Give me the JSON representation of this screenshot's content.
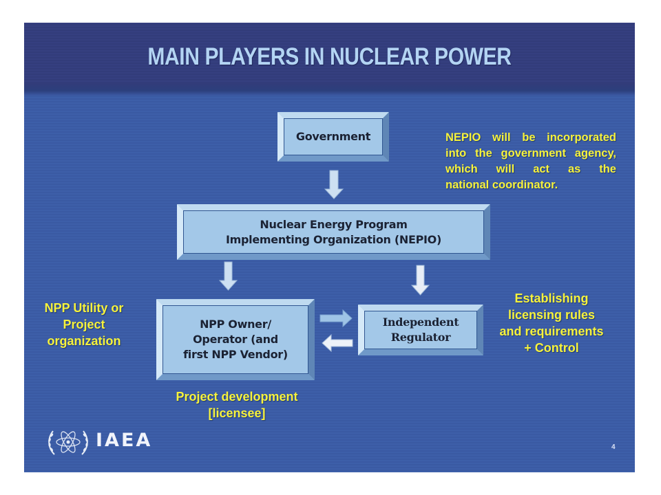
{
  "slide": {
    "title": "MAIN PLAYERS IN NUCLEAR POWER",
    "page_number": "4",
    "logo_text": "IAEA",
    "logo_icon": "iaea-emblem-icon",
    "colors": {
      "header_bg": "#353f80",
      "body_bg": "#3d5fa9",
      "title_text": "#b3d4f3",
      "box_face": "#a3c8e8",
      "note_text": "#f6f23c",
      "box_text": "#1b2233"
    }
  },
  "diagram": {
    "nodes": {
      "government": "Government",
      "nepio": "Nuclear Energy Program\nImplementing Organization (NEPIO)",
      "owner": "NPP Owner/\nOperator (and\nfirst NPP Vendor)",
      "regulator": "Independent\nRegulator"
    },
    "edges": [
      {
        "from": "government",
        "to": "nepio",
        "icon": "arrow-down-icon"
      },
      {
        "from": "nepio",
        "to": "owner",
        "icon": "arrow-down-icon"
      },
      {
        "from": "nepio",
        "to": "regulator",
        "icon": "arrow-down-icon"
      },
      {
        "from": "owner",
        "to": "regulator",
        "icon": "arrow-right-icon"
      },
      {
        "from": "regulator",
        "to": "owner",
        "icon": "arrow-left-icon"
      }
    ],
    "notes": {
      "nepio_note_lines": [
        "NEPIO will be incorporated",
        "into the government agency,",
        "which will act as the",
        "national coordinator."
      ],
      "owner_left_note": "NPP Utility or\nProject\norganization",
      "owner_bottom_note": "Project development\n[licensee]",
      "regulator_note": "Establishing\nlicensing rules\nand requirements\n+ Control"
    }
  }
}
